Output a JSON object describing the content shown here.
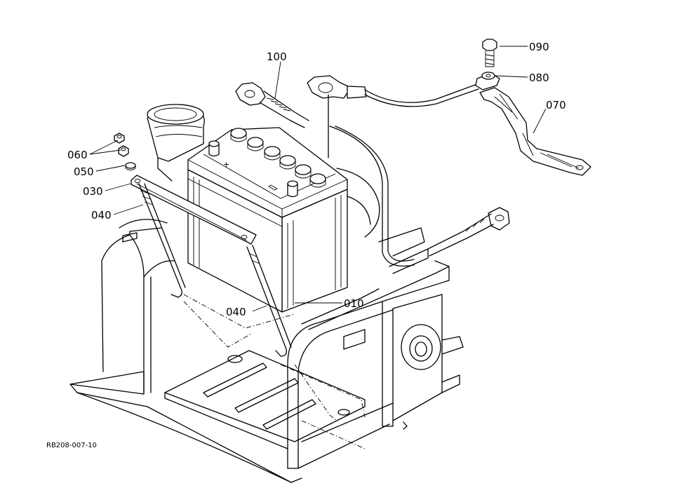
{
  "labels": {
    "battery": "010",
    "battery_holder": "030",
    "rod_upper": "040",
    "rod_lower": "040",
    "washer": "050",
    "nut": "060",
    "earth_strap": "070",
    "lock_washer": "080",
    "bolt": "090",
    "positive_cable": "100"
  },
  "reference_code": "RB208-007-10"
}
